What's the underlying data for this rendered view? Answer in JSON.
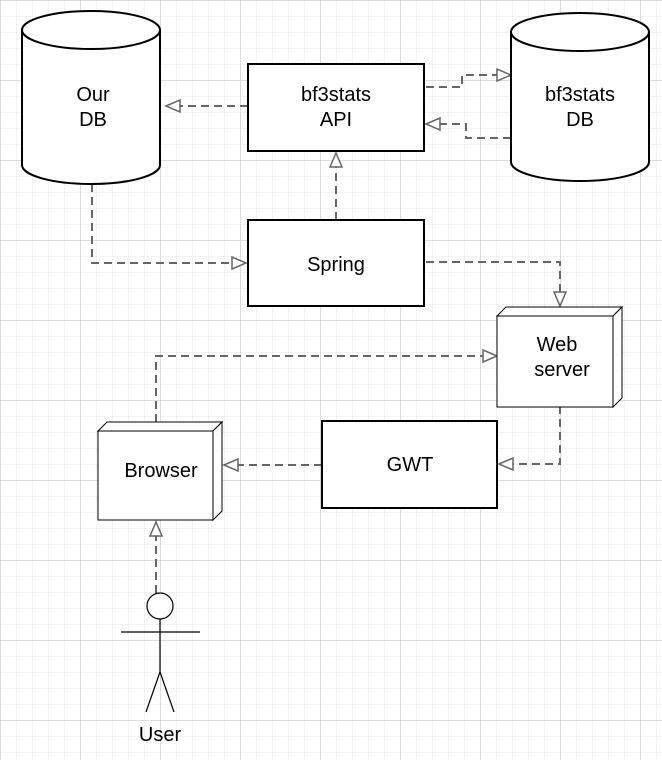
{
  "nodes": {
    "our_db": {
      "line1": "Our",
      "line2": "DB"
    },
    "bf3stats_api": {
      "line1": "bf3stats",
      "line2": "API"
    },
    "bf3stats_db": {
      "line1": "bf3stats",
      "line2": "DB"
    },
    "spring": {
      "label": "Spring"
    },
    "web_server": {
      "line1": "Web",
      "line2": "server"
    },
    "browser": {
      "label": "Browser"
    },
    "gwt": {
      "label": "GWT"
    },
    "user": {
      "label": "User"
    }
  },
  "colors": {
    "edge": "#666666",
    "outline": "#000000",
    "background": "#ffffff"
  }
}
